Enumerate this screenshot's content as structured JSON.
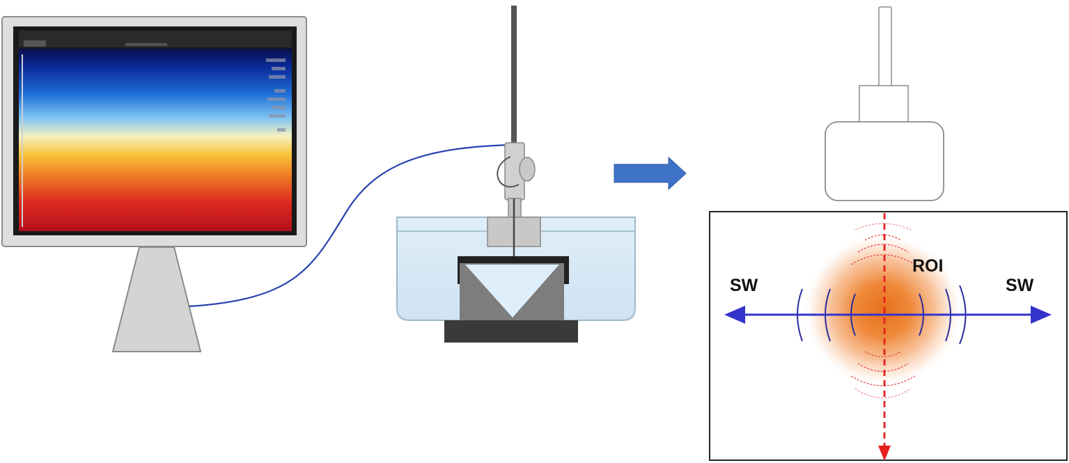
{
  "labels": {
    "sw_left": "SW",
    "sw_right": "SW",
    "roi": "ROI"
  },
  "colors": {
    "shear_wave_arrow": "#3333cc",
    "push_arrow": "#e62020",
    "roi_glow": "#f07c26",
    "process_arrow": "#3f73c8",
    "cable": "#2840b0",
    "monitor_frame": "#d8d8d8",
    "water": "#d6e8f4"
  },
  "icons": {
    "monitor": "monitor-icon",
    "probe_stand": "probe-stand-icon",
    "transducer": "transducer-icon",
    "process_arrow": "right-arrow-icon"
  }
}
